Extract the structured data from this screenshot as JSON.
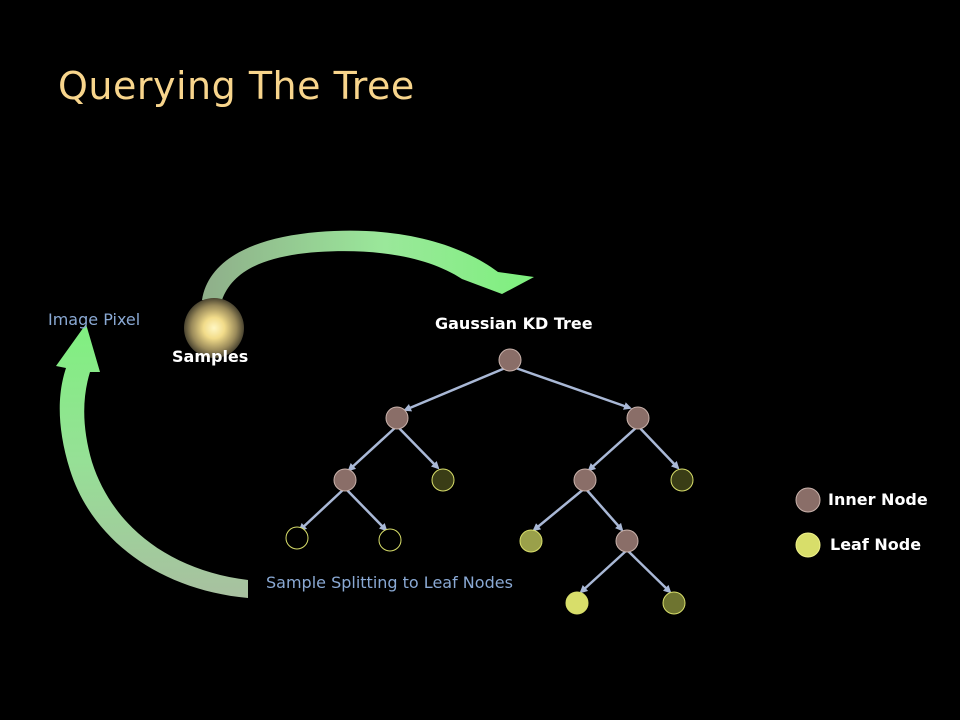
{
  "slide": {
    "title": "Querying The Tree"
  },
  "labels": {
    "image_pixel": "Image Pixel",
    "samples": "Samples",
    "tree_title": "Gaussian KD Tree",
    "splitting": "Sample Splitting to Leaf Nodes"
  },
  "legend": {
    "inner": "Inner Node",
    "leaf": "Leaf Node"
  },
  "colors": {
    "title": "#f8d58c",
    "inner_node": "#8a6e68",
    "leaf_bright": "#d8de6a",
    "leaf_mid": "#9aa04a",
    "leaf_dark": "#3a3d16",
    "edge": "#a9b8d6",
    "arrow_green": "#90f090",
    "label_blue": "#8aa9d4"
  },
  "icons": {
    "sample_glow": "glowing-orb-icon"
  }
}
